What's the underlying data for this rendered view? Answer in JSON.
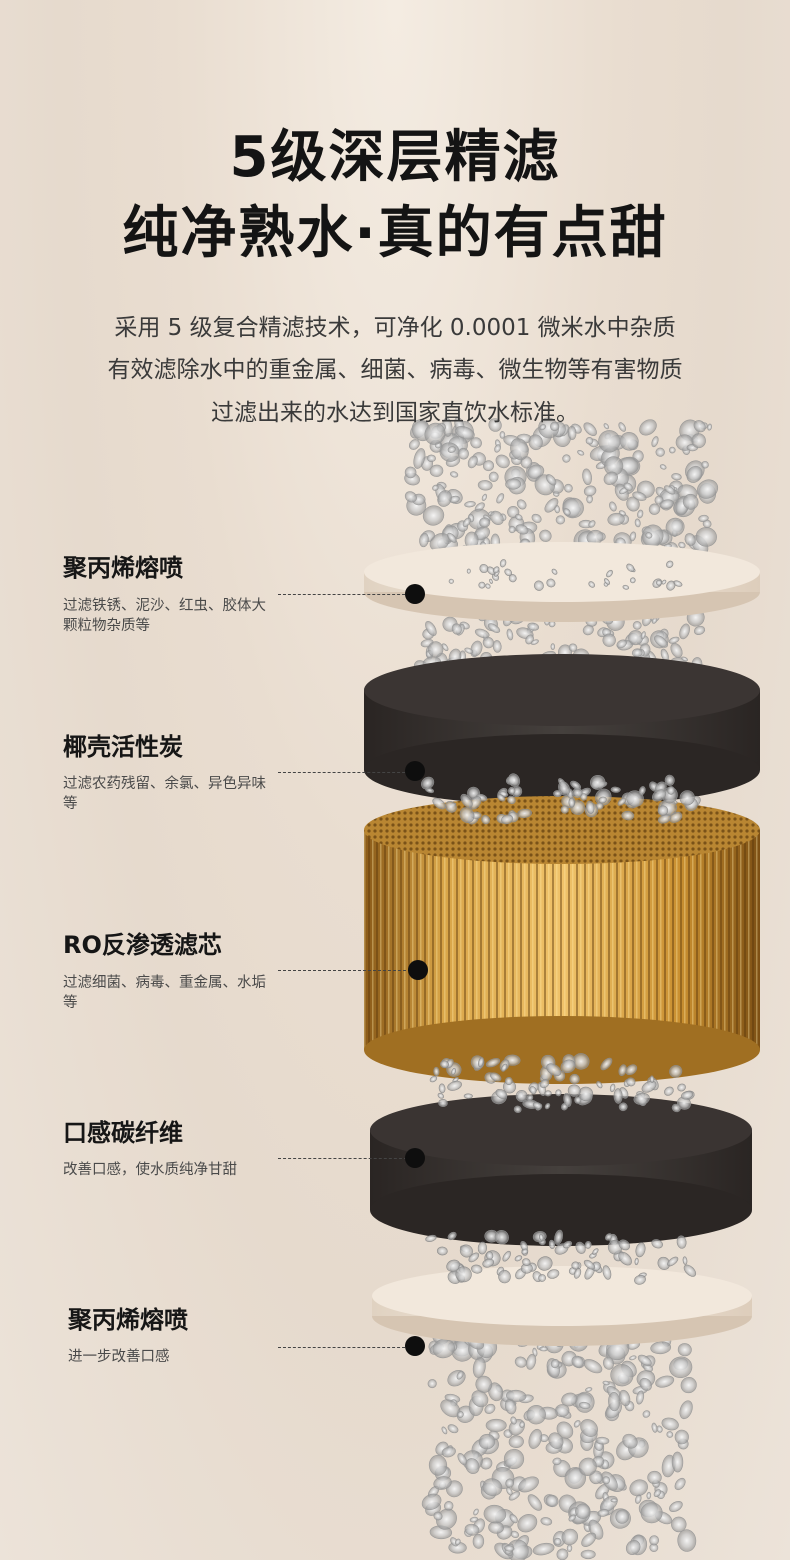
{
  "header": {
    "title_line1": "5级深层精滤",
    "title_line2": "纯净熟水·真的有点甜"
  },
  "description": {
    "line1": "采用 5 级复合精滤技术，可净化 0.0001 微米水中杂质",
    "line2": "有效滤除水中的重金属、细菌、病毒、微生物等有害物质",
    "line3": "过滤出来的水达到国家直饮水标准。"
  },
  "layers": [
    {
      "name": "聚丙烯熔喷",
      "desc": "过滤铁锈、泥沙、红虫、胶体大颗粒物杂质等"
    },
    {
      "name": "椰壳活性炭",
      "desc": "过滤农药残留、余氯、异色异味等"
    },
    {
      "name": "RO反渗透滤芯",
      "desc": "过滤细菌、病毒、重金属、水垢等"
    },
    {
      "name": "口感碳纤维",
      "desc": "改善口感，使水质纯净甘甜"
    },
    {
      "name": "聚丙烯熔喷",
      "desc": "进一步改善口感"
    }
  ],
  "colors": {
    "cream_disc": "#efe4d6",
    "carbon_block": "#3a3432",
    "gold_core": "#c8912e"
  }
}
